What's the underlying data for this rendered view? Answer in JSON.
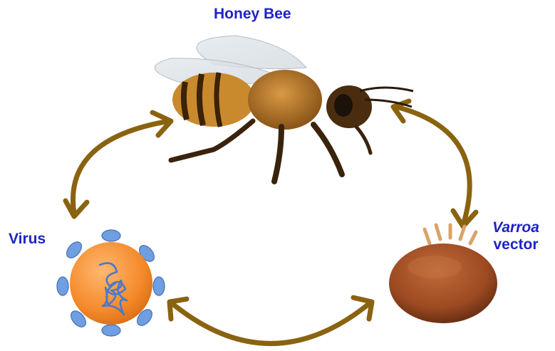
{
  "diagram": {
    "title": "Honey Bee",
    "nodes": {
      "bee": {
        "label": "Honey Bee"
      },
      "virus": {
        "label": "Virus"
      },
      "varroa": {
        "label_italic": "Varroa",
        "label_rest": "vector"
      }
    },
    "colors": {
      "label_text": "#1f23c8",
      "arrow": "#8a6310",
      "virus_core": "#f4892a",
      "virus_spikes": "#6f9fe0",
      "genome": "#4a79c9",
      "mite": "#9c4a22",
      "bee_body": "#c98a2e"
    },
    "edges": [
      {
        "from": "virus",
        "to": "bee",
        "bidirectional": true
      },
      {
        "from": "bee",
        "to": "varroa",
        "bidirectional": true
      },
      {
        "from": "virus",
        "to": "varroa",
        "bidirectional": true
      }
    ]
  }
}
